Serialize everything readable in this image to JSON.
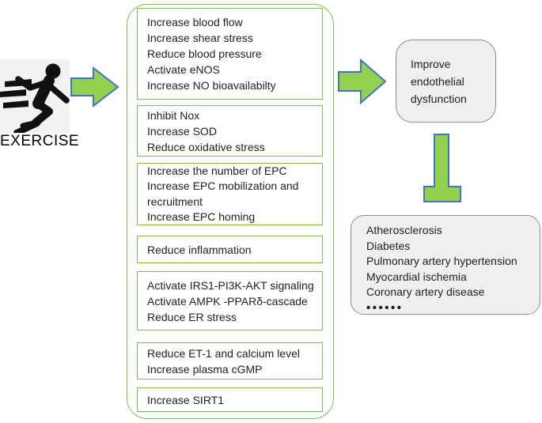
{
  "exercise": {
    "label": "EXERCISE",
    "icon": "running-person-icon"
  },
  "icons": {
    "flow_arrow": "right-arrow-icon",
    "outcome_arrow": "right-arrow-icon",
    "inhibition": "inhibition-t-arrow-icon"
  },
  "colors": {
    "arrow_green": "#92d050",
    "arrow_border": "#4472c4",
    "box_border_green": "#74c14c",
    "gray_fill": "#efefef",
    "gray_border": "#8c8c8c"
  },
  "mechanism_boxes": [
    {
      "lines": [
        "Increase blood flow",
        "Increase shear stress",
        "Reduce blood pressure",
        "Activate eNOS",
        "Increase NO bioavailabilty"
      ]
    },
    {
      "lines": [
        "Inhibit Nox",
        "Increase SOD",
        "Reduce oxidative stress"
      ]
    },
    {
      "lines": [
        "Increase the number of EPC",
        "Increase EPC mobilization and recruitment",
        "Increase EPC homing"
      ]
    },
    {
      "lines": [
        "Reduce inflammation"
      ]
    },
    {
      "lines": [
        "Activate IRS1-PI3K-AKT signaling",
        "Activate AMPK -PPARδ-cascade",
        "Reduce ER stress"
      ]
    },
    {
      "lines": [
        "Reduce ET-1 and calcium level",
        "Increase plasma cGMP"
      ]
    },
    {
      "lines": [
        "Increase SIRT1"
      ]
    }
  ],
  "outcome_box": {
    "lines": [
      "Improve",
      "endothelial",
      "dysfunction"
    ]
  },
  "disease_box": {
    "lines": [
      "Atherosclerosis",
      "Diabetes",
      "Pulmonary artery hypertension",
      "Myocardial ischemia",
      "Coronary artery disease"
    ],
    "dots": "••••••"
  }
}
